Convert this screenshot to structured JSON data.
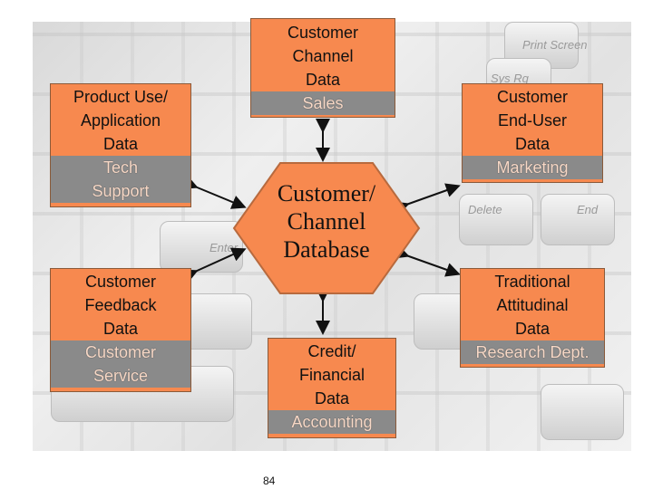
{
  "diagram": {
    "center": {
      "lines": [
        "Customer/",
        "Channel",
        "Database"
      ]
    },
    "nodes": {
      "top": {
        "lines": [
          "Customer",
          "Channel",
          "Data"
        ],
        "dept": "Sales"
      },
      "top_left": {
        "lines": [
          "Product Use/",
          "Application",
          "Data"
        ],
        "dept_lines": [
          "Tech",
          "Support"
        ]
      },
      "top_right": {
        "lines": [
          "Customer",
          "End-User",
          "Data"
        ],
        "dept": "Marketing"
      },
      "bottom_left": {
        "lines": [
          "Customer",
          "Feedback",
          "Data"
        ],
        "dept_lines": [
          "Customer",
          "Service"
        ]
      },
      "bottom_right": {
        "lines": [
          "Traditional",
          "Attitudinal",
          "Data"
        ],
        "dept": "Research Dept."
      },
      "bottom": {
        "lines": [
          "Credit/",
          "Financial",
          "Data"
        ],
        "dept": "Accounting"
      }
    }
  },
  "background": {
    "keys": [
      "Print Screen",
      "Sys Rq",
      "Delete",
      "End",
      "Enter"
    ]
  },
  "colors": {
    "box_fill": "#f7894f",
    "hex_fill": "#f7894f",
    "dept_band": "#8a8a8a"
  },
  "page_number": "84"
}
